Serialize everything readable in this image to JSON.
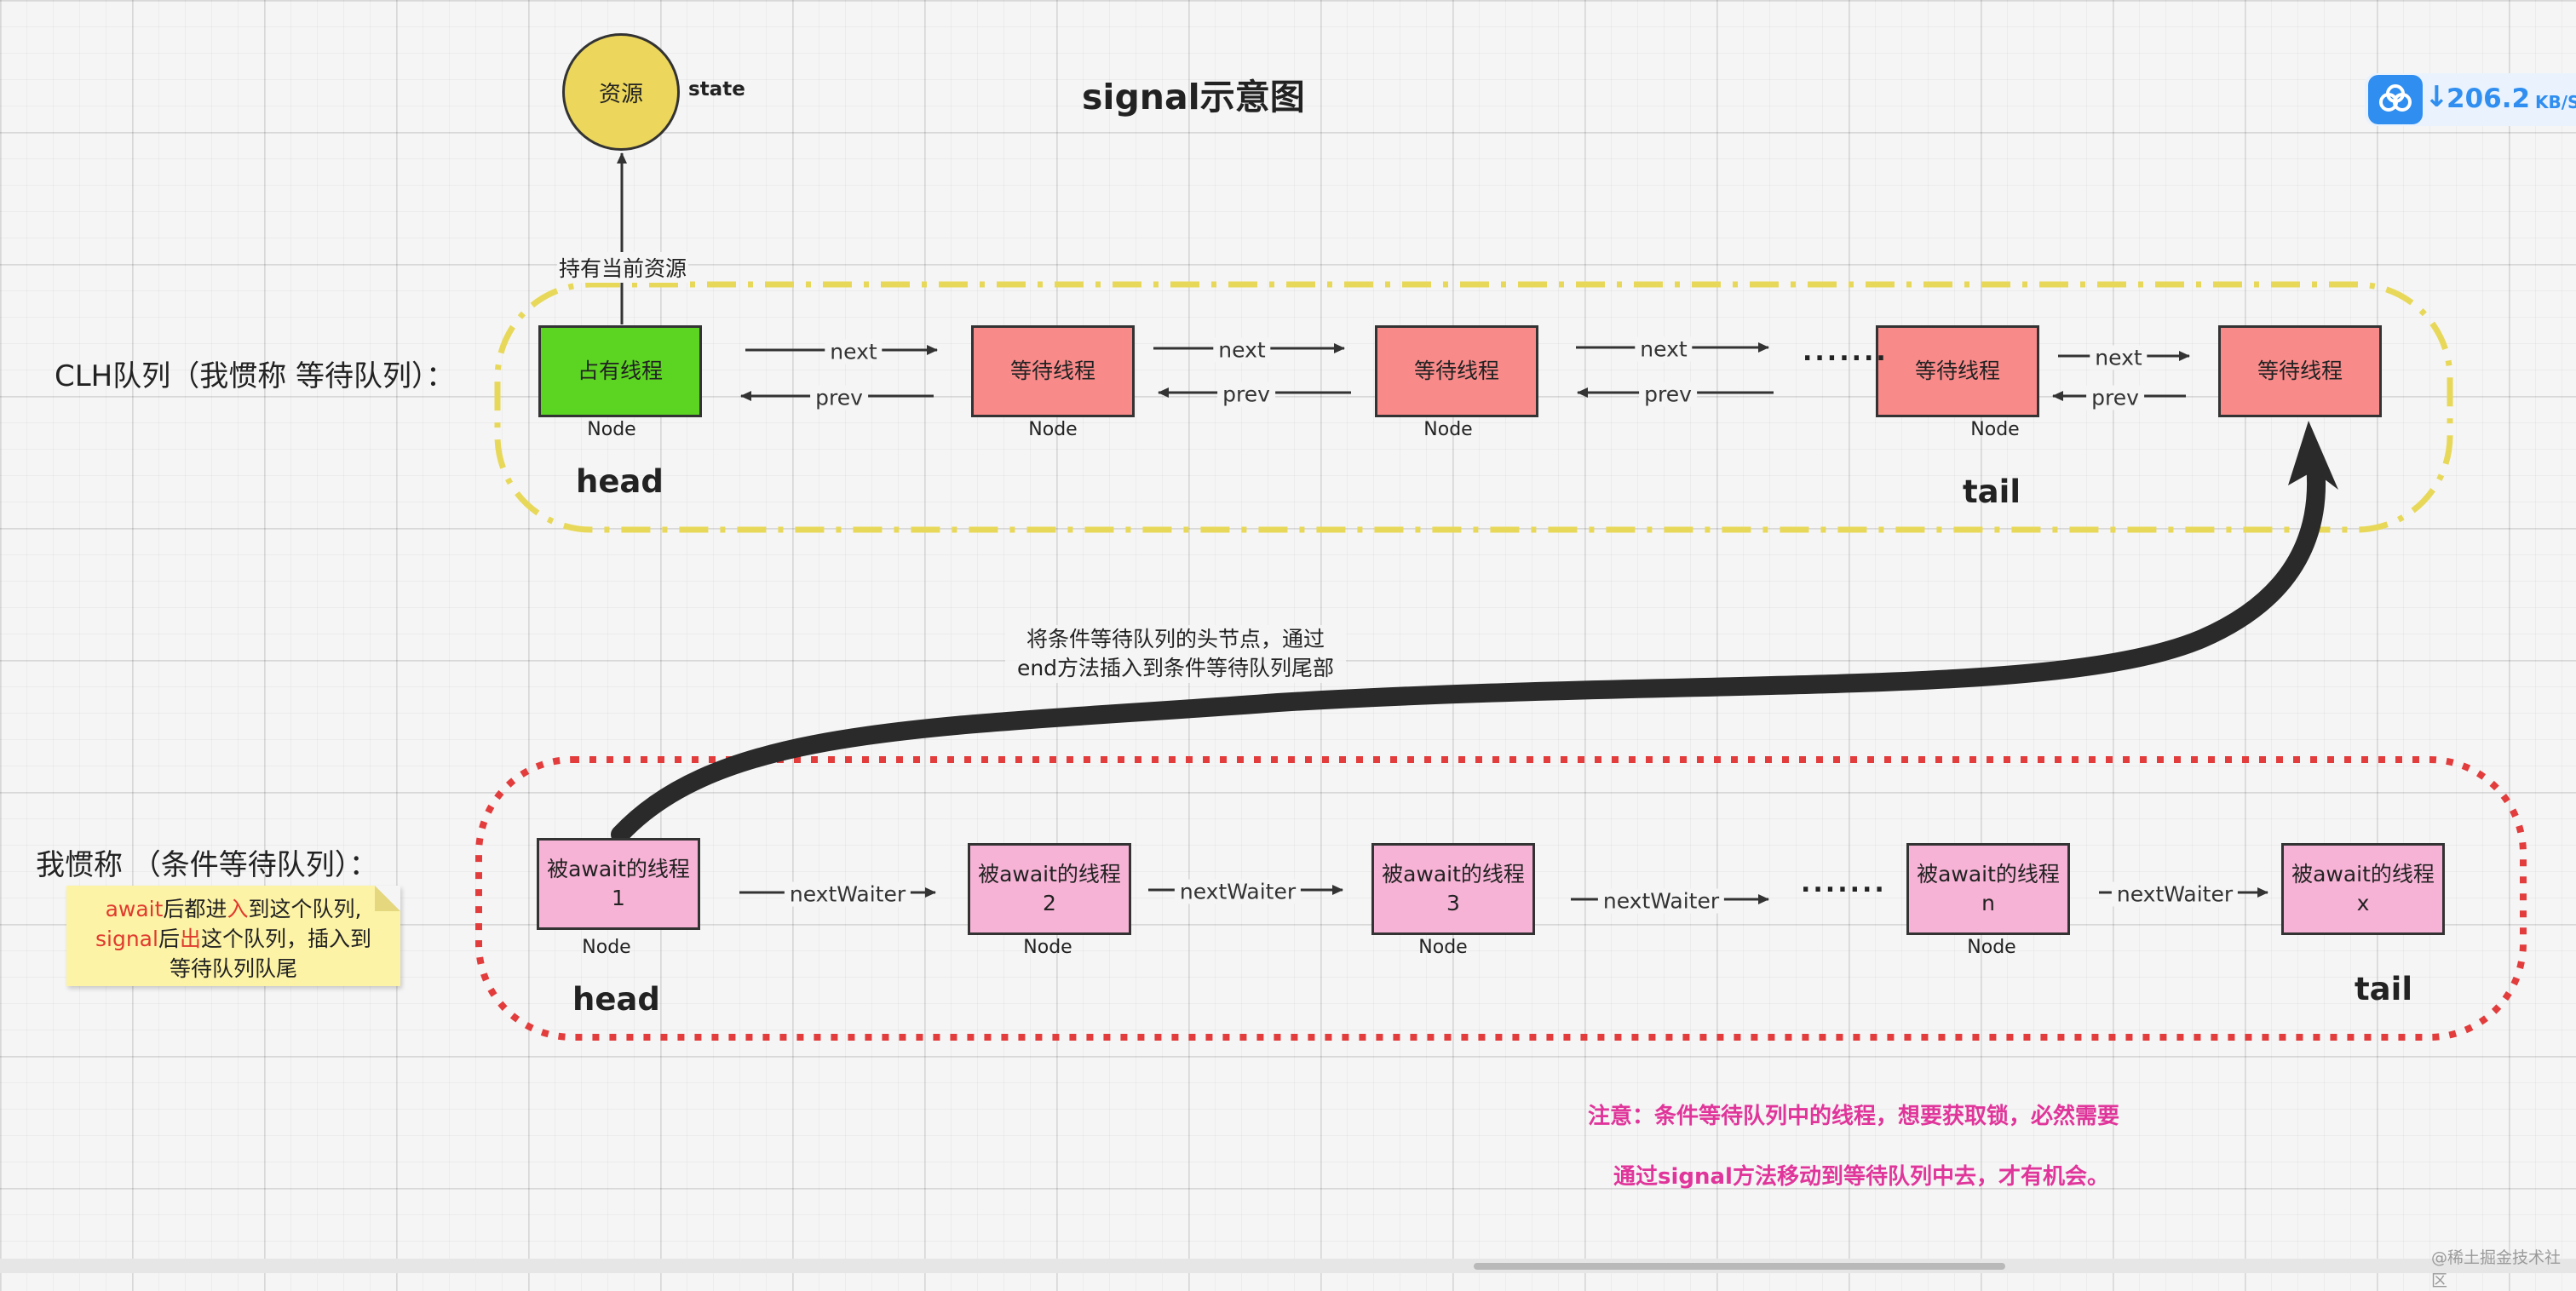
{
  "title": "signal示意图",
  "resource": {
    "label": "资源",
    "state_label": "state"
  },
  "hold_label": "持有当前资源",
  "clh": {
    "side_label": "CLH队列（我惯称 等待队列）：",
    "nodes": [
      {
        "label": "占有线程",
        "sub": "Node"
      },
      {
        "label": "等待线程",
        "sub": "Node"
      },
      {
        "label": "等待线程",
        "sub": "Node"
      },
      {
        "label": "等待线程",
        "sub": "Node"
      },
      {
        "label": "等待线程",
        "sub": ""
      }
    ],
    "next_label": "next",
    "prev_label": "prev",
    "ellipsis": ".......",
    "head_label": "head",
    "tail_label": "tail"
  },
  "transfer_note": {
    "line1": "将条件等待队列的头节点，通过",
    "line2": "end方法插入到条件等待队列尾部"
  },
  "cond": {
    "side_label": "我惯称 （条件等待队列）：",
    "nodes": [
      {
        "label": "被await的线程1",
        "sub": "Node"
      },
      {
        "label": "被await的线程2",
        "sub": "Node"
      },
      {
        "label": "被await的线程3",
        "sub": "Node"
      },
      {
        "label": "被await的线程n",
        "sub": "Node"
      },
      {
        "label": "被await的线程x",
        "sub": ""
      }
    ],
    "next_waiter_label": "nextWaiter",
    "ellipsis": ".......",
    "head_label": "head",
    "tail_label": "tail"
  },
  "sticky": {
    "p1_red": "await",
    "p1_a": "后都进",
    "p1_red2": "入",
    "p1_b": "到这个队列,",
    "p2_red": "signal",
    "p2_a": "后",
    "p2_red2": "出",
    "p2_b": "这个队列，插入到",
    "p3": "等待队列队尾"
  },
  "notice": {
    "line1": "注意：条件等待队列中的线程，想要获取锁，必然需要",
    "line2": "通过signal方法移动到等待队列中去，才有机会。"
  },
  "speed_widget": {
    "value": "206.2",
    "unit": "KB/S"
  },
  "watermark": "@稀土掘金技术社区",
  "colors": {
    "owner_node": "#5cd422",
    "clh_node": "#f88a8a",
    "cond_node": "#f7b3d6",
    "resource": "#ecd75c",
    "clh_border": "#e8d85a",
    "cond_border": "#e23c3c",
    "notice": "#e0359a",
    "sticky": "#fdf3a6",
    "sticky_red": "#e03a2e",
    "widget_blue": "#2f8ef0"
  }
}
